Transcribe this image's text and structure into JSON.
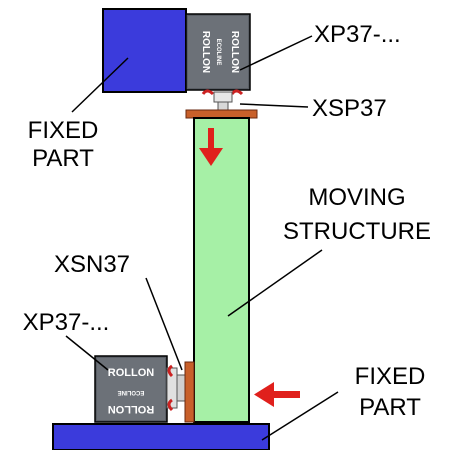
{
  "labels": {
    "top_rail": "XP37-...",
    "top_slider": "XSP37",
    "fixed_top_line1": "FIXED",
    "fixed_top_line2": "PART",
    "moving_line1": "MOVING",
    "moving_line2": "STRUCTURE",
    "bottom_slider": "XSN37",
    "bottom_rail": "XP37-...",
    "fixed_bottom_line1": "FIXED",
    "fixed_bottom_line2": "PART"
  },
  "rail_plate": {
    "brand": "ROLLON",
    "series": "ECOLINE"
  },
  "colors": {
    "fixed_part": "#3b3bdc",
    "moving_structure": "#a6f0a6",
    "rail_body": "#5a5f66",
    "slider_plate": "#c8602a",
    "arrow": "#e0201c",
    "line": "#000000"
  },
  "icons": {
    "motion_down": "arrow-down-icon",
    "motion_left": "arrow-left-icon"
  }
}
